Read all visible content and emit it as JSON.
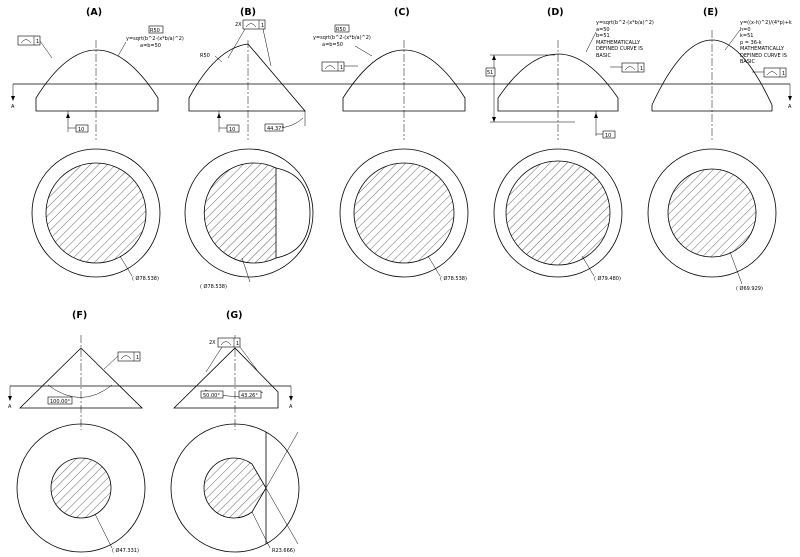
{
  "views": {
    "A": {
      "label": "(A)",
      "eq": "y=sqrt(b^2-(x*b/a)^2)",
      "eq2": "a=b=50",
      "radius": "R50",
      "datum": "10",
      "diameter": "( Ø78.538)"
    },
    "B": {
      "label": "(B)",
      "count": "2X",
      "radius": "R50",
      "datum": "10",
      "angle": "44.37°",
      "diameter": "( Ø78.538)"
    },
    "C": {
      "label": "(C)",
      "eq": "y=sqrt(b^2-(x*b/a)^2)",
      "eq2": "a=b=50",
      "radius": "R50",
      "diameter": "( Ø78.538)"
    },
    "D": {
      "label": "(D)",
      "eq": "y=sqrt(b^2-(x*b/a)^2)",
      "eq2": "a=50",
      "eq3": "b=51",
      "note1": "MATHEMATICALLY",
      "note2": "DEFINED CURVE IS",
      "note3": "BASIC",
      "height": "51",
      "datum": "10",
      "diameter": "( Ø79.480)"
    },
    "E": {
      "label": "(E)",
      "eq": "y=((x-h)^2)/(4*p)+k",
      "eq2": "h=0",
      "eq3": "k=51",
      "eq4": "p = 36-k",
      "note1": "MATHEMATICALLY",
      "note2": "DEFINED CURVE IS",
      "note3": "BASIC",
      "diameter": "( Ø69.929)"
    },
    "F": {
      "label": "(F)",
      "angle": "100.00°",
      "diameter": "( Ø47.331)"
    },
    "G": {
      "label": "(G)",
      "count": "2X",
      "angle1": "50.00°",
      "angle2": "43.26°",
      "radius": "R23.666)"
    }
  },
  "frame": {
    "datum_letter": "1",
    "section_letter": "A"
  }
}
